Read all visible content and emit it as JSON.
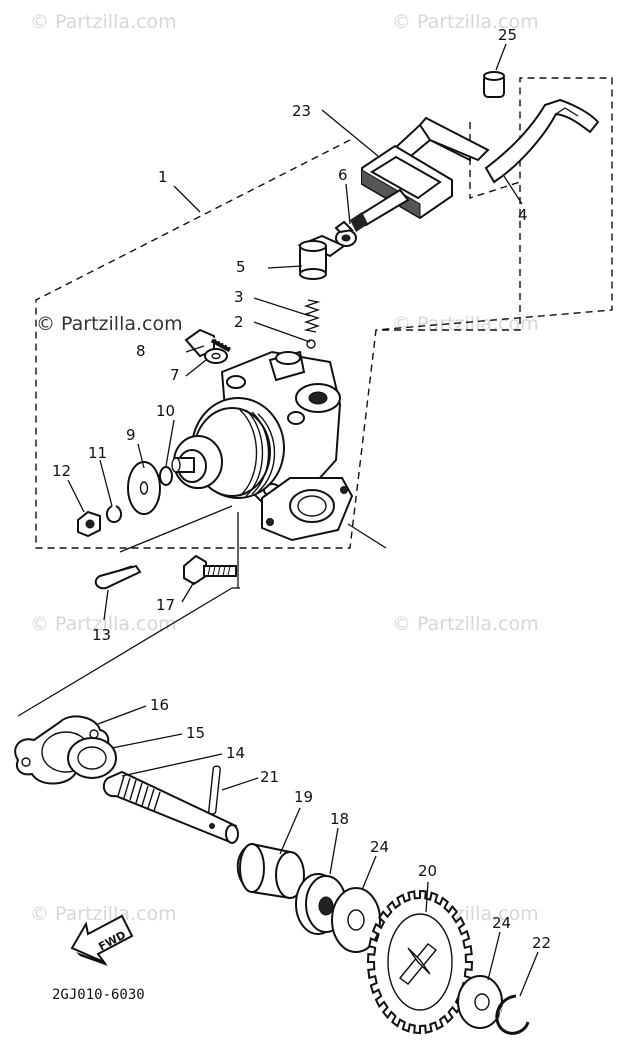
{
  "watermark": "© Partzilla.com",
  "diagram_code": "2GJ010-6030",
  "direction_label": "FWD",
  "callouts": {
    "c1": "1",
    "c2": "2",
    "c3": "3",
    "c4": "4",
    "c5": "5",
    "c6": "6",
    "c7": "7",
    "c8": "8",
    "c9": "9",
    "c10": "10",
    "c11": "11",
    "c12": "12",
    "c13": "13",
    "c14": "14",
    "c15": "15",
    "c16": "16",
    "c17": "17",
    "c18": "18",
    "c19": "19",
    "c20": "20",
    "c21": "21",
    "c22": "22",
    "c23": "23",
    "c24a": "24",
    "c24b": "24",
    "c25": "25"
  }
}
